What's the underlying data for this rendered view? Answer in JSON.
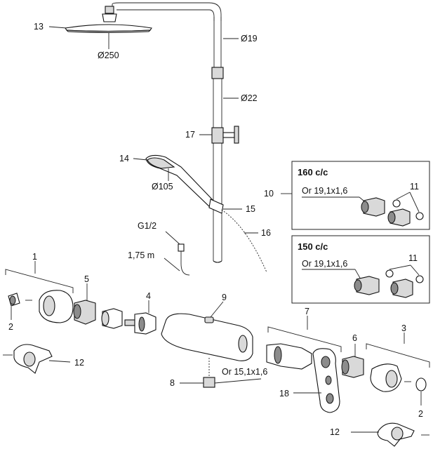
{
  "labels": {
    "p13": "13",
    "d250": "Ø250",
    "d19": "Ø19",
    "d22": "Ø22",
    "p17": "17",
    "p14": "14",
    "d105": "Ø105",
    "p15": "15",
    "p16": "16",
    "g12": "G1/2",
    "len175": "1,75 m",
    "p1": "1",
    "p2a": "2",
    "p5": "5",
    "p4": "4",
    "p9": "9",
    "p7": "7",
    "p6": "6",
    "p3": "3",
    "p12a": "12",
    "p8": "8",
    "or15": "Or 15,1x1,6",
    "p18": "18",
    "p2b": "2",
    "p12b": "12",
    "p10": "10"
  },
  "inset_160": {
    "title": "160 c/c",
    "oring": "Or 19,1x1,6",
    "p11": "11"
  },
  "inset_150": {
    "title": "150 c/c",
    "oring": "Or 19,1x1,6",
    "p11": "11"
  }
}
